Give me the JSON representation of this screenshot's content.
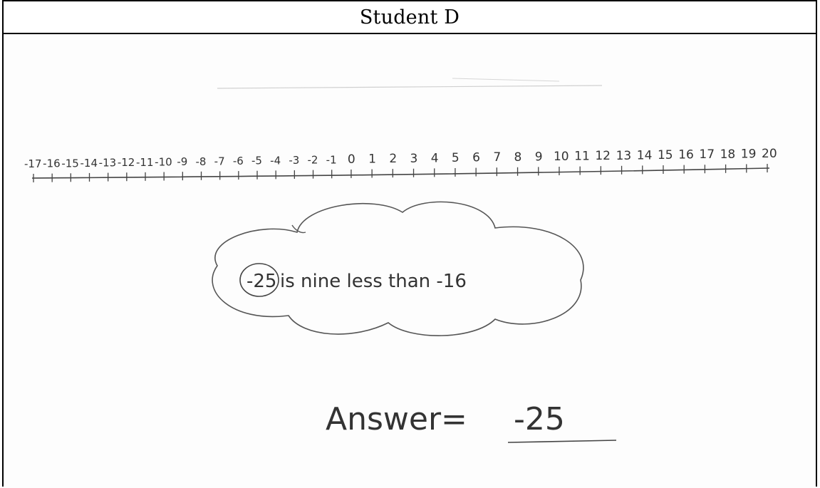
{
  "header": {
    "title": "Student D"
  },
  "number_line": {
    "labels": [
      "-17",
      "-16",
      "-15",
      "-14",
      "-13",
      "-12",
      "-11",
      "-10",
      "-9",
      "-8",
      "-7",
      "-6",
      "-5",
      "-4",
      "-3",
      "-2",
      "-1",
      "0",
      "1",
      "2",
      "3",
      "4",
      "5",
      "6",
      "7",
      "8",
      "9",
      "10",
      "11",
      "12",
      "13",
      "14",
      "15",
      "16",
      "17",
      "18",
      "19",
      "20"
    ]
  },
  "cloud": {
    "circled_number": "-25",
    "statement": "is nine less than -16"
  },
  "answer": {
    "text": "Answer=",
    "value": "-25"
  }
}
